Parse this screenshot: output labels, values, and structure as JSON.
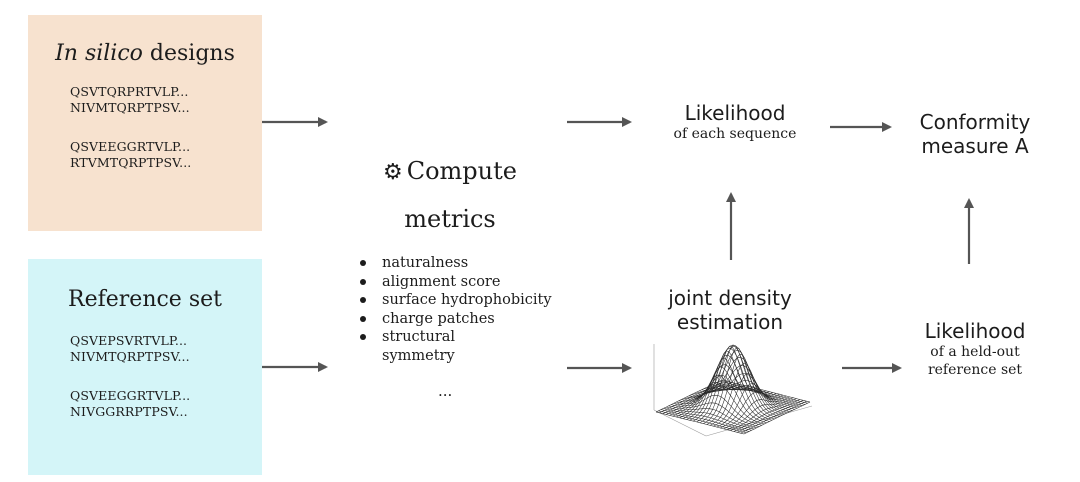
{
  "insilico": {
    "title_italic": "In silico",
    "title_rest": " designs",
    "group1": [
      "QSVTQRPRTVLP...",
      "NIVMTQRPTPSV..."
    ],
    "group2": [
      "QSVEEGGRTVLP...",
      "RTVMTQRPTPSV..."
    ]
  },
  "reference": {
    "title": "Reference set",
    "group1": [
      "QSVEPSVRTVLP...",
      "NIVMTQRPTPSV..."
    ],
    "group2": [
      "QSVEEGGRTVLP...",
      "NIVGGRRPTPSV..."
    ]
  },
  "compute": {
    "line1": "Compute",
    "line2": "metrics",
    "icon": "gear-icon"
  },
  "metrics": {
    "items": [
      "naturalness",
      "alignment score",
      "surface hydrophobicity",
      "charge patches",
      "structural"
    ],
    "continuation": "symmetry",
    "ellipsis": "..."
  },
  "likelihood_top": {
    "title": "Likelihood",
    "subtitle": "of each sequence"
  },
  "conformity": {
    "line1": "Conformity",
    "line2": "measure A"
  },
  "joint_density": {
    "line1": "joint density",
    "line2": "estimation"
  },
  "likelihood_bottom": {
    "title": "Likelihood",
    "line2": "of a held-out",
    "line3": "reference set"
  },
  "colors": {
    "insilico_box": "#f7e2cf",
    "reference_box": "#d4f5f8",
    "arrow": "#555555"
  }
}
